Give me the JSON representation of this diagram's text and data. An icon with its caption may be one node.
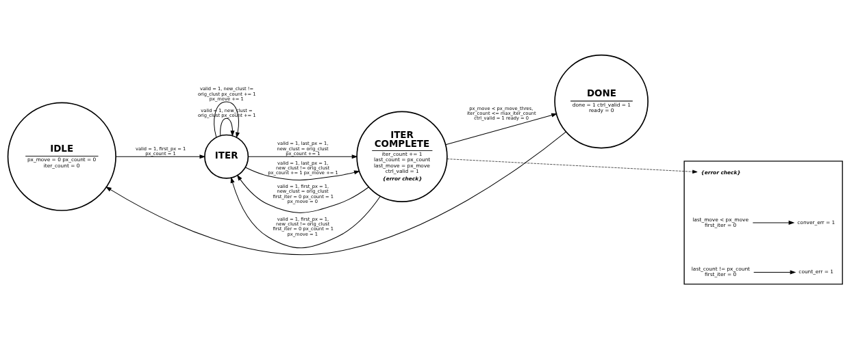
{
  "diagram": {
    "nodes": [
      {
        "text": [
          "IDLE",
          "px_move = 0 px_count = 0 iter_count = 0"
        ]
      },
      {
        "text": [
          "ITER"
        ]
      },
      {
        "text": [
          "ITER COMPLETE",
          "iter_count += 1 last_count = px_count last_move = px_move ctrl_valid = 1",
          "{error check}"
        ]
      },
      {
        "text": [
          "DONE",
          "done = 1 ctrl_valid = 1 ready = 0"
        ]
      },
      {
        "text": [
          "{error check}"
        ]
      },
      {
        "text": [
          "last_move < px_move first_iter = 0"
        ],
        "in": 4
      },
      {
        "text": [
          "conver_err = 1"
        ],
        "in": 4
      },
      {
        "text": [
          "last_count != px_count first_iter = 0"
        ],
        "in": 4
      },
      {
        "text": [
          "count_err = 1"
        ],
        "in": 4
      }
    ],
    "edges": [
      {
        "from": 0,
        "to": 1,
        "arrow": "to",
        "label": "valid = 1, first_px = 1 px_count = 1"
      },
      {
        "from": 1,
        "to": 1,
        "arrow": "to",
        "label": "valid = 1, new_clust = orig_clust px_count += 1"
      },
      {
        "from": 1,
        "to": 1,
        "arrow": "to",
        "label": "valid = 1, new_clust != orig_clust px_count += 1 px_move += 1"
      },
      {
        "from": 1,
        "to": 2,
        "arrow": "to",
        "label": "valid = 1, last_px = 1, new_clust = orig_clust px_count += 1"
      },
      {
        "from": 1,
        "to": 2,
        "arrow": "to",
        "label": "valid = 1, last_px = 1, new_clust != orig_clust px_count += 1 px_move += 1"
      },
      {
        "from": 2,
        "to": 1,
        "arrow": "to",
        "label": "valid = 1, first_px = 1, new_clust = orig_clust first_iter = 0 px_count = 1 px_move = 0"
      },
      {
        "from": 2,
        "to": 1,
        "arrow": "to",
        "label": "valid = 1, first_px = 1, new_clust != orig_clust first_iter = 0 px_count = 1 px_move = 1"
      },
      {
        "from": 2,
        "to": 3,
        "arrow": "to",
        "label": "px_move < px_move_thres, iter_count <= max_iter_count ctrl_valid = 1 ready = 0"
      },
      {
        "from": 3,
        "to": 0,
        "arrow": "to"
      },
      {
        "from": 2,
        "to": 4,
        "arrow": "to",
        "style": "dashed"
      },
      {
        "from": 5,
        "to": 6,
        "arrow": "to"
      },
      {
        "from": 7,
        "to": 8,
        "arrow": "to"
      }
    ]
  }
}
